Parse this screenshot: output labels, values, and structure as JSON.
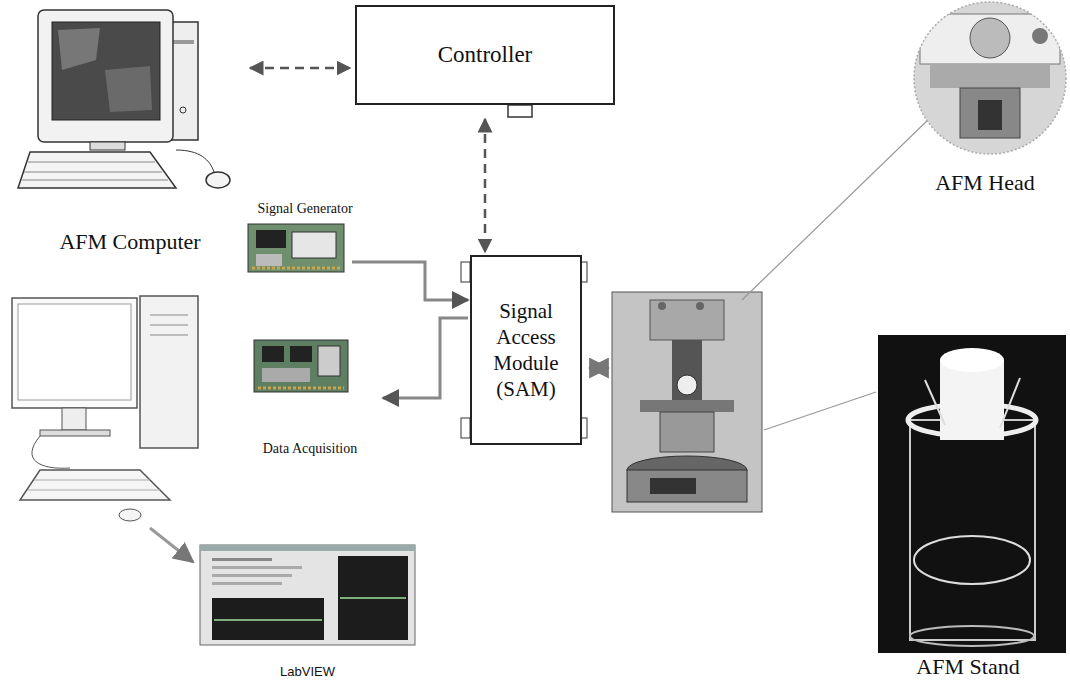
{
  "diagram": {
    "nodes": [
      {
        "text": [
          "AFM Computer"
        ]
      },
      {
        "text": [
          "Controller"
        ]
      },
      {
        "text": [
          "Signal Generator"
        ]
      },
      {
        "text": [
          "Signal Access Module (SAM)"
        ]
      },
      {
        "text": [
          "Data Acquisition"
        ]
      },
      {
        "text": [
          "LabVIEW"
        ]
      },
      {
        "text": [
          "AFM Head"
        ]
      },
      {
        "text": [
          "AFM Stand"
        ]
      }
    ],
    "edges": [
      {
        "from": 0,
        "to": 1,
        "arrow": "both"
      },
      {
        "from": 1,
        "to": 3,
        "arrow": "both"
      },
      {
        "from": 2,
        "to": 3,
        "arrow": "to"
      },
      {
        "from": 3,
        "to": 4,
        "arrow": "to"
      }
    ]
  }
}
